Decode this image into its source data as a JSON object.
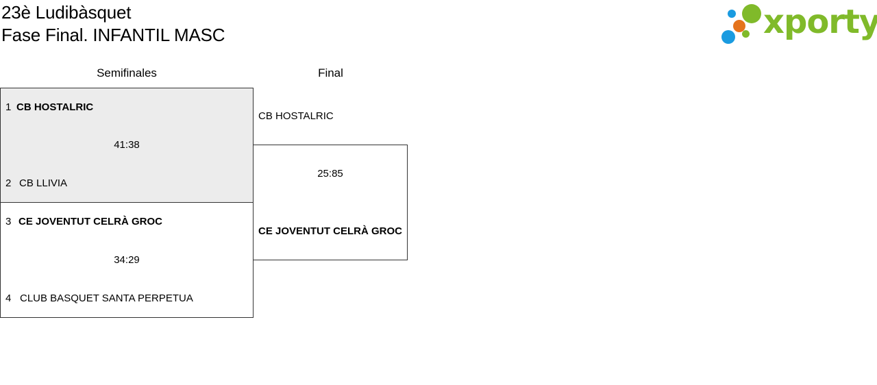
{
  "header": {
    "title_line1": "23è Ludibàsquet",
    "title_line2": "Fase Final. INFANTIL MASC"
  },
  "logo": {
    "text": "xporty",
    "colors": {
      "green": "#80ba2a",
      "blue": "#1a9be0",
      "orange": "#e5731c"
    }
  },
  "columns": {
    "semifinals": "Semifinales",
    "final": "Final"
  },
  "semifinals": [
    {
      "team1": {
        "seed": "1",
        "name": "CB HOSTALRIC",
        "winner": true
      },
      "score": "41:38",
      "team2": {
        "seed": "2",
        "name": "CB LLIVIA",
        "winner": false
      }
    },
    {
      "team1": {
        "seed": "3",
        "name": "CE JOVENTUT CELRÀ GROC",
        "winner": true
      },
      "score": "34:29",
      "team2": {
        "seed": "4",
        "name": "CLUB BASQUET SANTA PERPETUA",
        "winner": false
      }
    }
  ],
  "final": {
    "team1": "CB HOSTALRIC",
    "score": "25:85",
    "team2": "CE JOVENTUT CELRÀ GROC"
  }
}
